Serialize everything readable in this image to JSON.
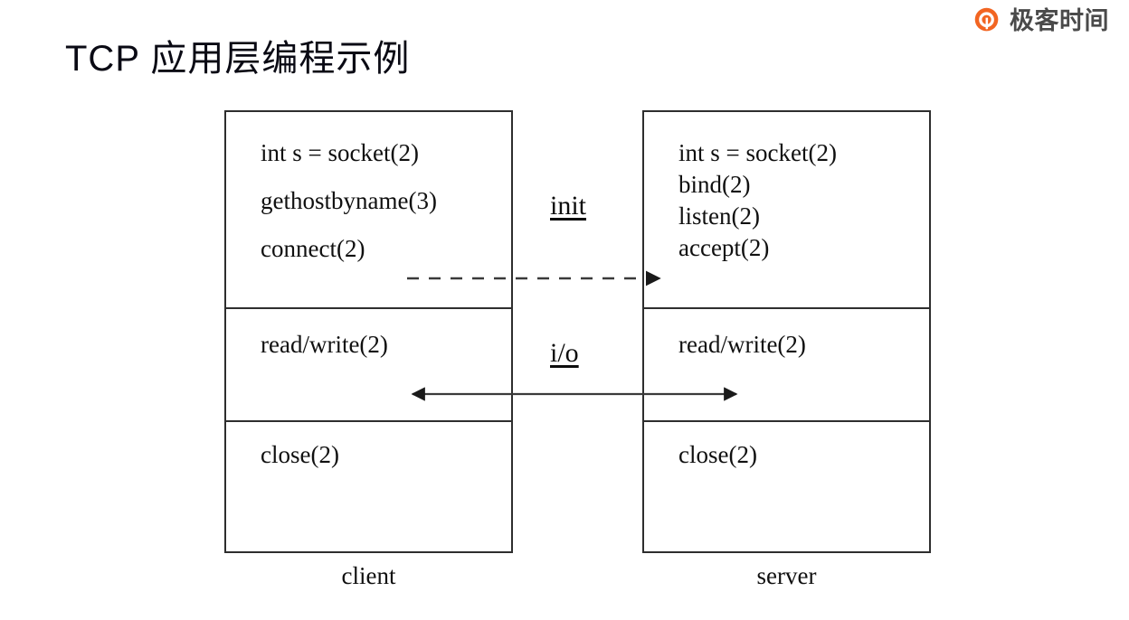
{
  "brand": {
    "name": "极客时间",
    "logo_icon": "geekbang-circle-q-logo-icon",
    "accent_color": "#f26522",
    "text_color": "#4a4a4a"
  },
  "slide": {
    "title": "TCP 应用层编程示例",
    "background_color": "#ffffff",
    "line_color": "#2e2e2e"
  },
  "diagram": {
    "type": "sequence-block-diagram",
    "columns": [
      {
        "id": "client",
        "caption": "client",
        "sections": [
          {
            "id": "client-init",
            "lines": [
              "int s = socket(2)",
              "gethostbyname(3)",
              "connect(2)"
            ]
          },
          {
            "id": "client-io",
            "lines": [
              "read/write(2)"
            ]
          },
          {
            "id": "client-close",
            "lines": [
              "close(2)"
            ]
          }
        ]
      },
      {
        "id": "server",
        "caption": "server",
        "sections": [
          {
            "id": "server-init",
            "lines": [
              "int s = socket(2)",
              "bind(2)",
              "listen(2)",
              "accept(2)"
            ]
          },
          {
            "id": "server-io",
            "lines": [
              "read/write(2)"
            ]
          },
          {
            "id": "server-close",
            "lines": [
              "close(2)"
            ]
          }
        ]
      }
    ],
    "connectors": [
      {
        "id": "init-connector",
        "label": "init",
        "style": "dashed",
        "direction": "client-to-server",
        "arrowheads": "right"
      },
      {
        "id": "io-connector",
        "label": "i/o",
        "style": "solid",
        "direction": "bidirectional",
        "arrowheads": "both"
      }
    ]
  }
}
